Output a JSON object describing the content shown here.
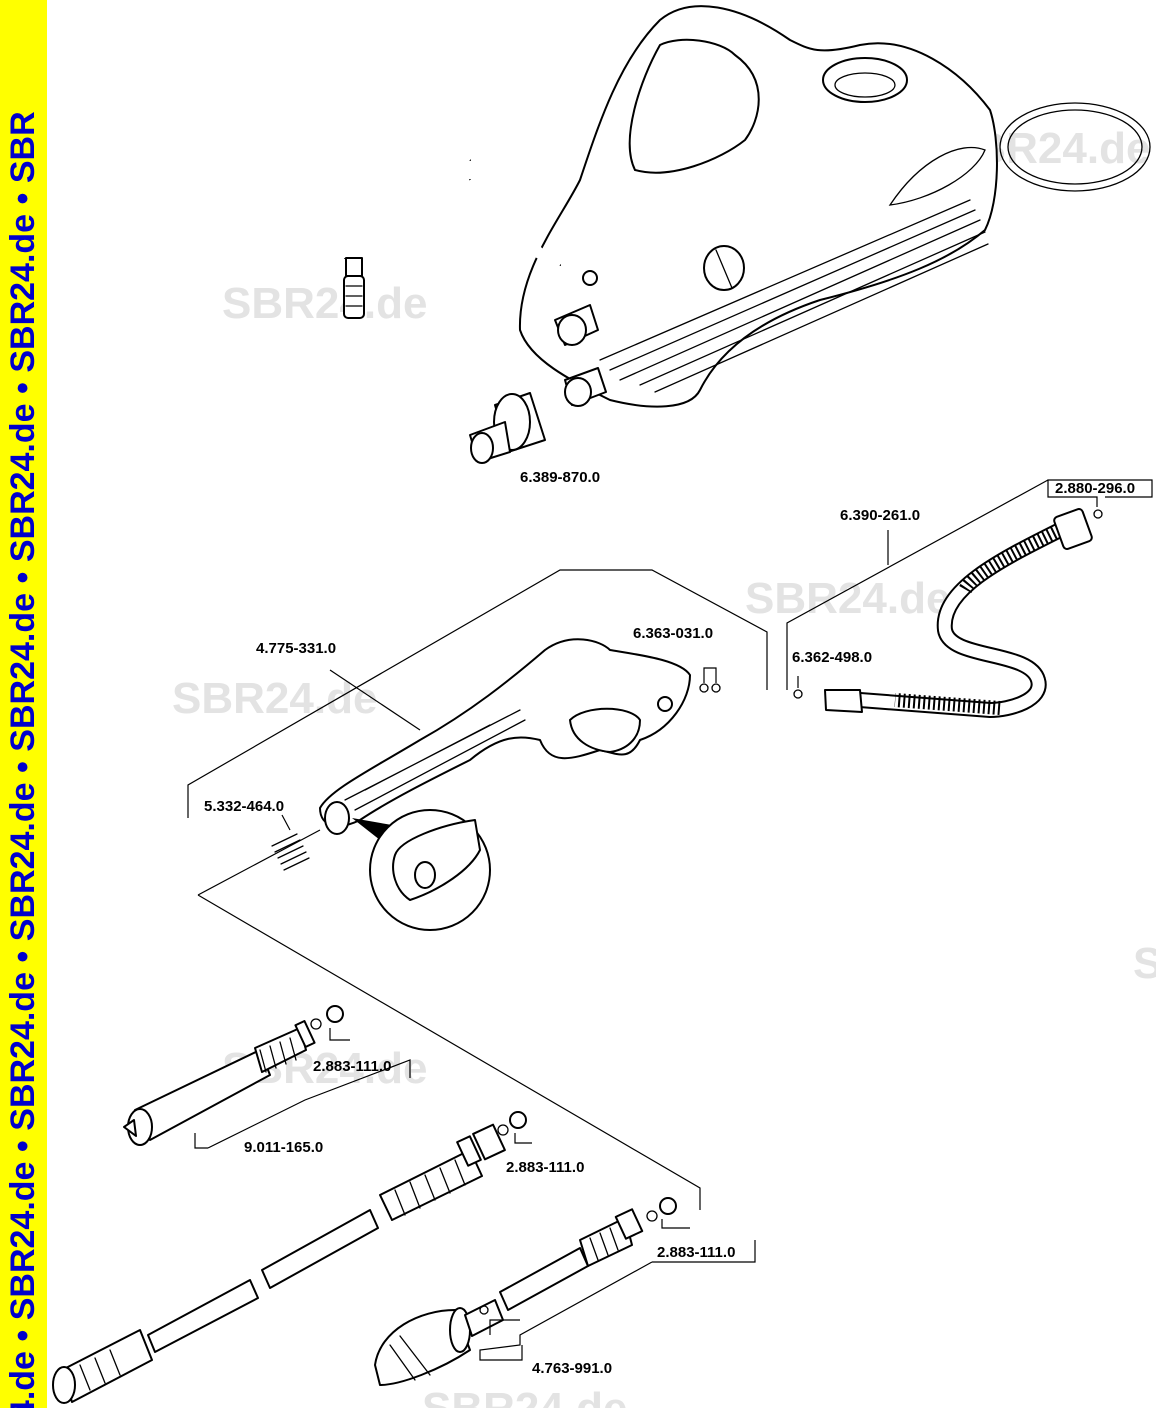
{
  "sidebar": {
    "text": "24.de • SBR24.de • SBR24.de • SBR24.de • SBR24.de • SBR24.de • SBR24.de • SBR",
    "background": "#ffff00",
    "color": "#0000cc"
  },
  "watermark": {
    "text": "SBR24.de",
    "color": "#e3e3e3"
  },
  "part_numbers": {
    "hose_connector": "6.389-870.0",
    "hp_hose": "6.390-261.0",
    "hose_oring": "2.880-296.0",
    "gun_oring_set": "6.363-031.0",
    "gun_oring": "6.362-498.0",
    "gun": "4.775-331.0",
    "spring": "5.332-464.0",
    "nozzle_oring_1": "2.883-111.0",
    "vario_lance": "9.011-165.0",
    "lance_oring": "2.883-111.0",
    "dirt_blaster_oring": "2.883-111.0",
    "dirt_blaster": "4.763-991.0"
  }
}
